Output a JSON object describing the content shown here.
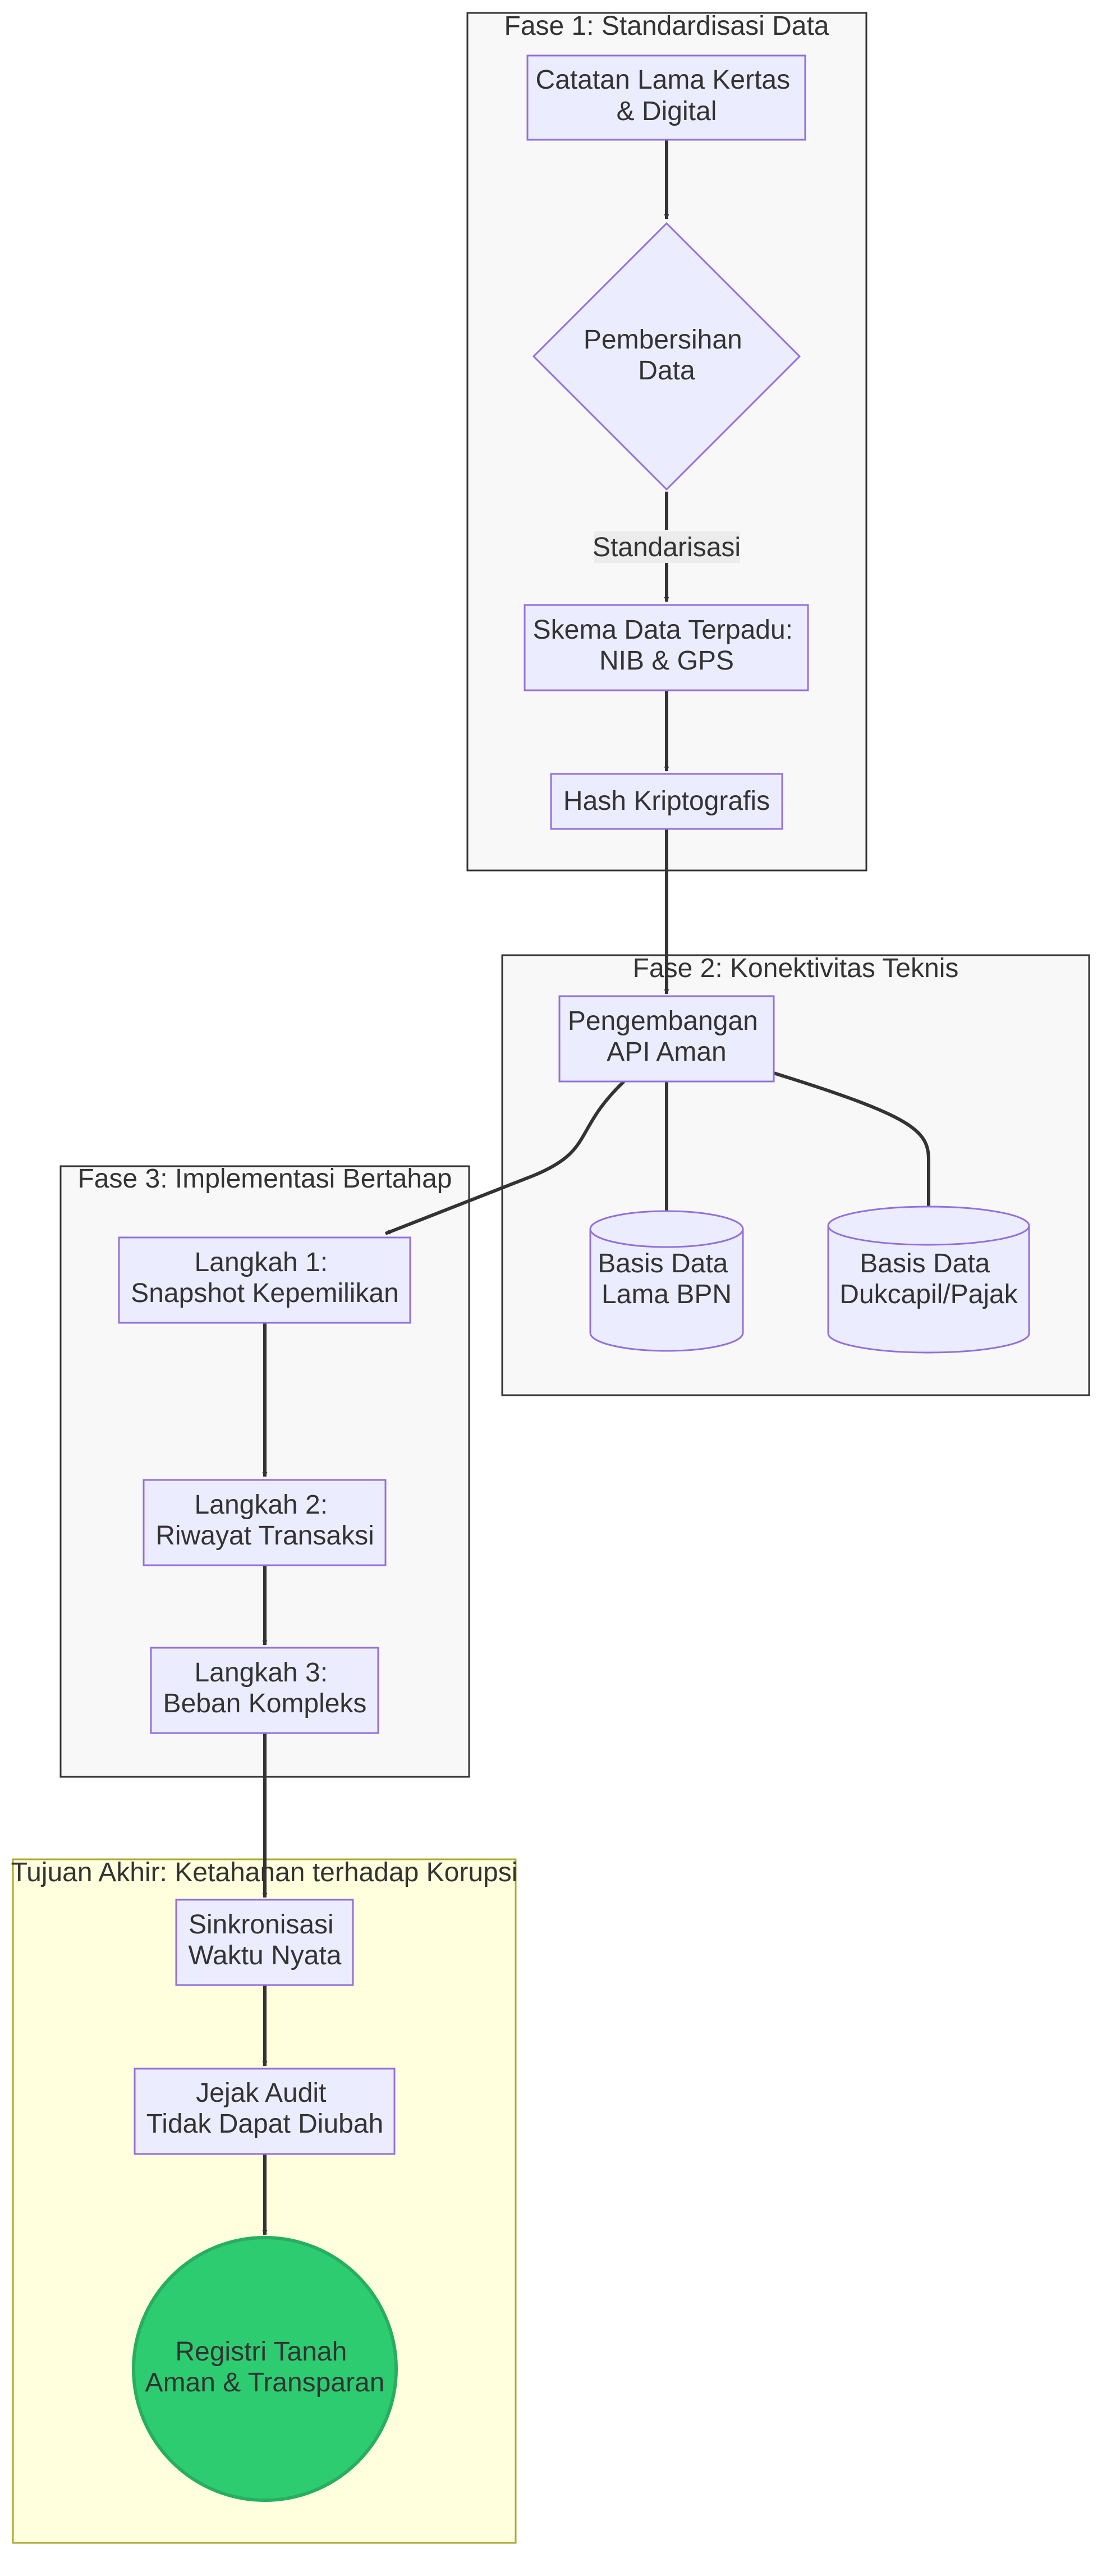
{
  "colors": {
    "node_fill": "#ECECFF",
    "node_stroke": "#9370DB",
    "cluster_fill": "#F8F8F8",
    "cluster_stroke": "#333333",
    "goal_fill": "#FFFFDE",
    "goal_stroke": "#AAAA33",
    "final_fill": "#2ECC71",
    "final_stroke": "#27AE60",
    "edge": "#333333",
    "edge_label_bg": "#E8E8E8"
  },
  "groups": {
    "phase1": "Fase 1: Standardisasi Data",
    "phase2": "Fase 2: Konektivitas Teknis",
    "phase3": "Fase 3: Implementasi Bertahap",
    "goal": "Tujuan Akhir: Ketahanan terhadap Korupsi"
  },
  "nodes": {
    "legacy": [
      "Catatan Lama Kertas",
      "& Digital"
    ],
    "cleansing": [
      "Pembersihan",
      "Data"
    ],
    "schema": [
      "Skema Data Terpadu:",
      "NIB & GPS"
    ],
    "hash": [
      "Hash Kriptografis"
    ],
    "api": [
      "Pengembangan",
      "API Aman"
    ],
    "db_bpn": [
      "Basis Data",
      "Lama BPN"
    ],
    "db_dukcapil": [
      "Basis Data",
      "Dukcapil/Pajak"
    ],
    "step1": [
      "Langkah 1:",
      "Snapshot Kepemilikan"
    ],
    "step2": [
      "Langkah 2:",
      "Riwayat Transaksi"
    ],
    "step3": [
      "Langkah 3:",
      "Beban Kompleks"
    ],
    "sync": [
      "Sinkronisasi",
      "Waktu Nyata"
    ],
    "audit": [
      "Jejak Audit",
      "Tidak Dapat Diubah"
    ],
    "registry": [
      "Registri Tanah",
      "Aman & Transparan"
    ]
  },
  "edges": {
    "standardization_label": "Standarisasi"
  }
}
